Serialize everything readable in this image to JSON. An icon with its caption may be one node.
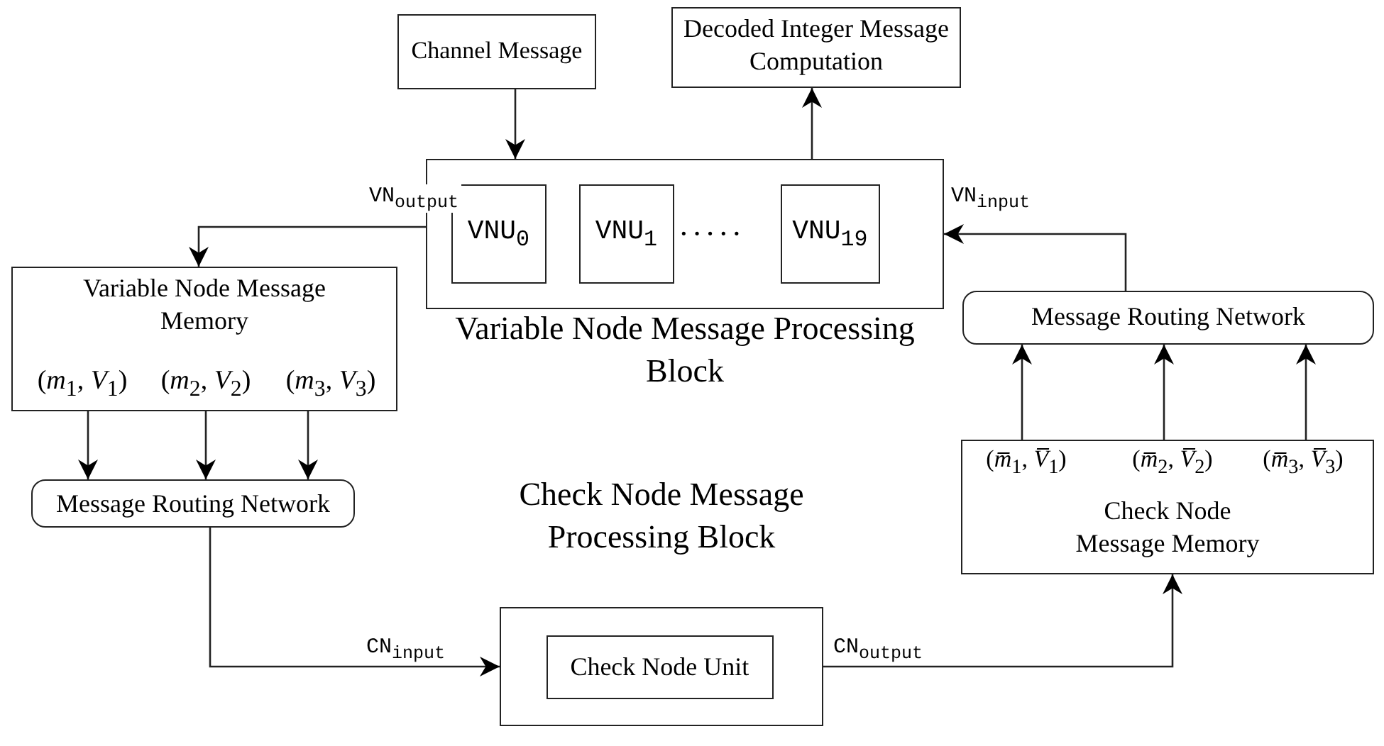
{
  "diagram": {
    "nodes": [
      {
        "text": [
          "Channel Message"
        ]
      },
      {
        "text": [
          "Decoded Integer Message Computation"
        ]
      },
      {
        "text": [
          "Variable Node Message Processing Block"
        ]
      },
      {
        "text": [
          "VNU$_{0}$"
        ],
        "in": 2
      },
      {
        "text": [
          "VNU$_{1}$"
        ],
        "in": 2
      },
      {
        "text": [
          "VNU$_{19}$"
        ],
        "in": 2
      },
      {
        "text": [
          "Variable Node Message Memory",
          "(*m*$_{1}$, *V*$_{1}$)",
          "(*m*$_{2}$, *V*$_{2}$)",
          "(*m*$_{3}$, *V*$_{3}$)"
        ]
      },
      {
        "text": [
          "Message Routing Network"
        ]
      },
      {
        "text": [
          "Check Node Message Processing Block"
        ]
      },
      {
        "text": [
          "Check Node Unit"
        ],
        "in": 8
      },
      {
        "text": [
          "Message Routing Network"
        ]
      },
      {
        "text": [
          "(*m̅*$_{1}$, *V̅*$_{1}$)",
          "(*m̅*$_{2}$, *V̅*$_{2}$)",
          "(*m̅*$_{3}$, *V̅*$_{3}$)",
          "Check Node Message Memory"
        ]
      }
    ],
    "edges": [
      {
        "from": 0,
        "to": 2,
        "arrow": "to"
      },
      {
        "from": 2,
        "to": 1,
        "arrow": "to"
      },
      {
        "from": 2,
        "to": 6,
        "arrow": "to",
        "label": "VN$_{output}$"
      },
      {
        "from": 6,
        "to": 7,
        "arrow": "to"
      },
      {
        "from": 6,
        "to": 7,
        "arrow": "to"
      },
      {
        "from": 6,
        "to": 7,
        "arrow": "to"
      },
      {
        "from": 7,
        "to": 8,
        "arrow": "to",
        "label": "CN$_{input}$"
      },
      {
        "from": 8,
        "to": 11,
        "arrow": "to",
        "label": "CN$_{output}$"
      },
      {
        "from": 11,
        "to": 10,
        "arrow": "to"
      },
      {
        "from": 11,
        "to": 10,
        "arrow": "to"
      },
      {
        "from": 11,
        "to": 10,
        "arrow": "to"
      },
      {
        "from": 10,
        "to": 2,
        "arrow": "to",
        "label": "VN$_{input}$"
      }
    ],
    "labels": [
      "·····"
    ]
  }
}
